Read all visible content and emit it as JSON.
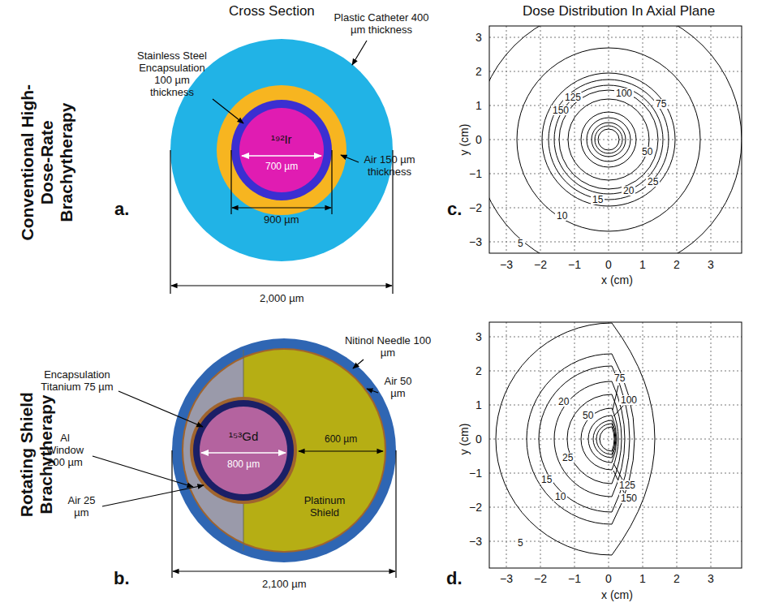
{
  "diagram": {
    "labels": [
      "Cross Section",
      "Dose Distribution In Axial Plane",
      "Conventional High-Dose-Rate Brachytherapy",
      "Plastic Catheter 400 µm thickness",
      "Stainless Steel Encapsulation 100 µm thickness",
      "¹⁹²Ir",
      "700 µm",
      "Air 150 µm thickness",
      "900 µm",
      "2,000 µm",
      "a.",
      "c.",
      "3",
      "2",
      "1",
      "0",
      "−1",
      "−2",
      "−3",
      "y (cm)",
      "−3",
      "−2",
      "−1",
      "0",
      "1",
      "2",
      "3",
      "x (cm)",
      "125",
      "100",
      "150",
      "75",
      "50",
      "25",
      "20",
      "15",
      "10",
      "5",
      "Rotating Shield Brachytherapy",
      "Nitinol Needle 100 µm",
      "Encapsulation Titanium 75 µm",
      "Air 50 µm",
      "Al Window 200 µm",
      "¹⁵³Gd",
      "800 µm",
      "600 µm",
      "Air 25 µm",
      "Platinum Shield",
      "2,100 µm",
      "b.",
      "d.",
      "3",
      "2",
      "1",
      "0",
      "−1",
      "−2",
      "−3",
      "y (cm)",
      "−3",
      "−2",
      "−1",
      "0",
      "1",
      "2",
      "3",
      "x (cm)",
      "75",
      "100",
      "20",
      "50",
      "25",
      "15",
      "125",
      "150",
      "10",
      "5"
    ]
  }
}
